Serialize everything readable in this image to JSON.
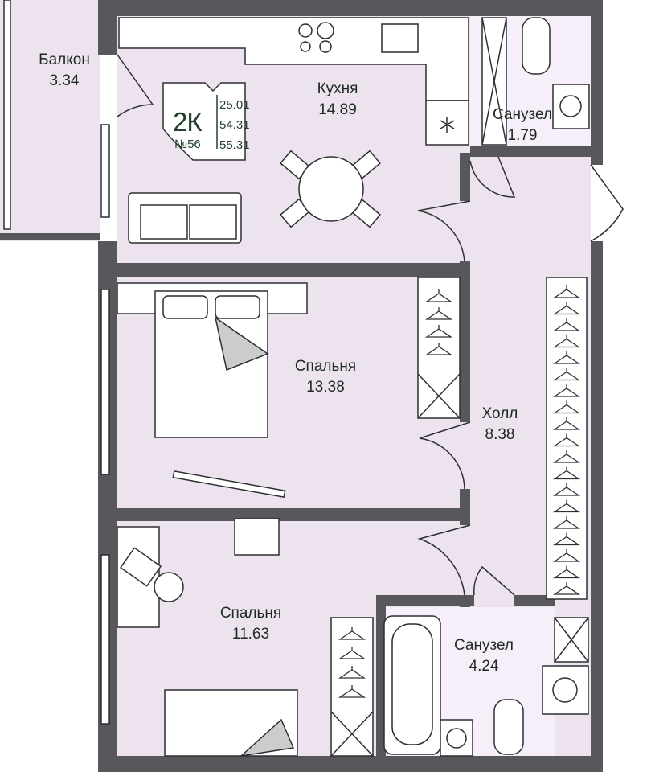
{
  "apartment": {
    "type": "2К",
    "number": "№56",
    "areas": [
      "25.01",
      "54.31",
      "55.31"
    ]
  },
  "rooms": [
    {
      "name": "Балкон",
      "area": "3.34"
    },
    {
      "name": "Кухня",
      "area": "14.89"
    },
    {
      "name": "Санузел",
      "area": "1.79"
    },
    {
      "name": "Спальня",
      "area": "13.38"
    },
    {
      "name": "Холл",
      "area": "8.38"
    },
    {
      "name": "Спальня",
      "area": "11.63"
    },
    {
      "name": "Санузел",
      "area": "4.24"
    }
  ],
  "colors": {
    "wall": "#57575c",
    "room": "#ece3ef",
    "line": "#2f2f33",
    "tile": "#b98fd0",
    "accent": "#24402c"
  }
}
